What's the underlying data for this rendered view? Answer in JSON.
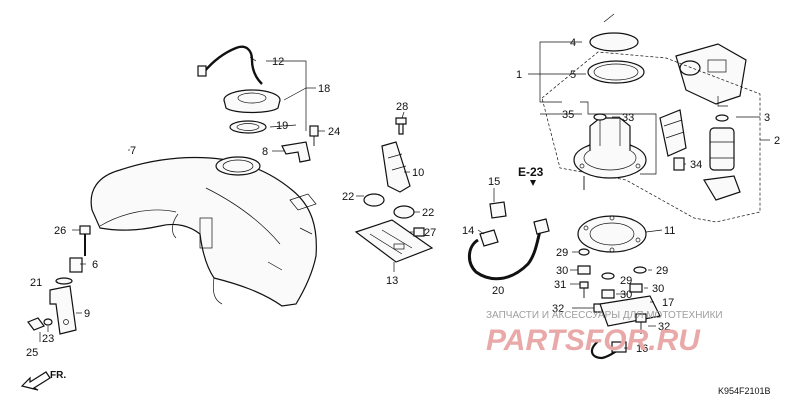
{
  "diagram_code": "K954F2101B",
  "section_ref": "E-23",
  "direction_label": "FR.",
  "watermark": {
    "caption": "ЗАПЧАСТИ И АКСЕССУАРЫ ДЛЯ МОТОТЕХНИКИ",
    "brand": "PARTSFOR.RU"
  },
  "callouts": {
    "c1": "1",
    "c2": "2",
    "c3": "3",
    "c4": "4",
    "c5": "5",
    "c6": "6",
    "c7": "7",
    "c8": "8",
    "c9": "9",
    "c10": "10",
    "c11": "11",
    "c12": "12",
    "c13": "13",
    "c14": "14",
    "c15": "15",
    "c16": "16",
    "c17": "17",
    "c18": "18",
    "c19": "19",
    "c20": "20",
    "c21": "21",
    "c22a": "22",
    "c22b": "22",
    "c23": "23",
    "c24": "24",
    "c25": "25",
    "c26": "26",
    "c27": "27",
    "c28": "28",
    "c29a": "29",
    "c29b": "29",
    "c29c": "29",
    "c30a": "30",
    "c30b": "30",
    "c30c": "30",
    "c31": "31",
    "c32a": "32",
    "c32b": "32",
    "c33": "33",
    "c34": "34",
    "c35": "35"
  }
}
